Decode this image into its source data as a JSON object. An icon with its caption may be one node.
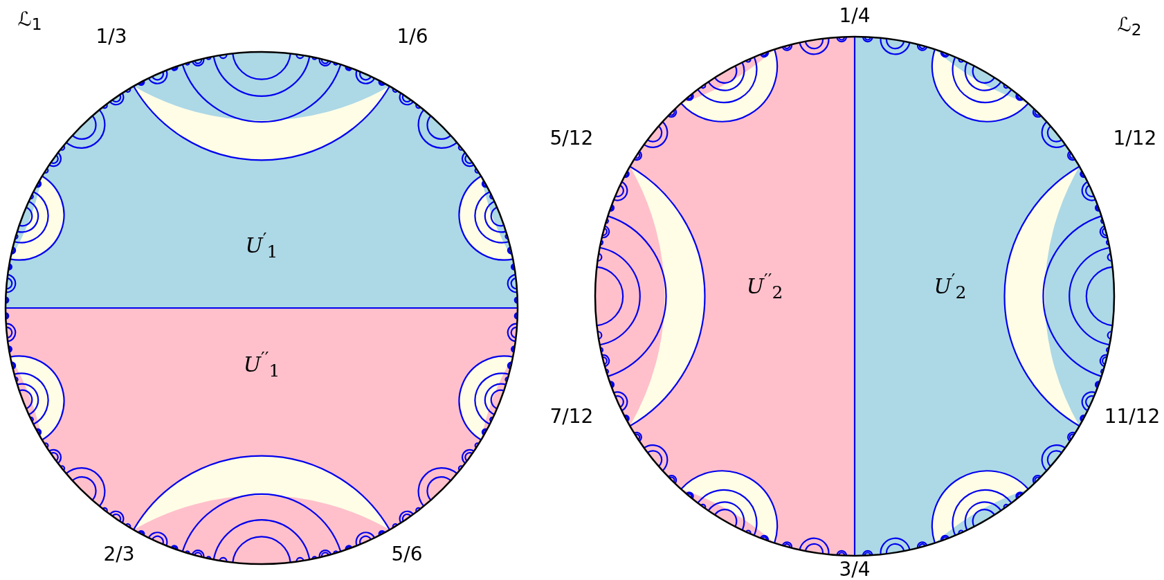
{
  "diagram": {
    "labels": [
      "ℒ$_{1}$",
      "1/3",
      "1/6",
      "*U*$^{′}$$_{1}$",
      "*U*$^{′′}$$_{1}$",
      "2/3",
      "5/6",
      "1/4",
      "ℒ$_{2}$",
      "5/12",
      "1/12",
      "*U*$^{′′}$$_{2}$",
      "*U*$^{′}$$_{2}$",
      "7/12",
      "11/12",
      "3/4"
    ]
  }
}
